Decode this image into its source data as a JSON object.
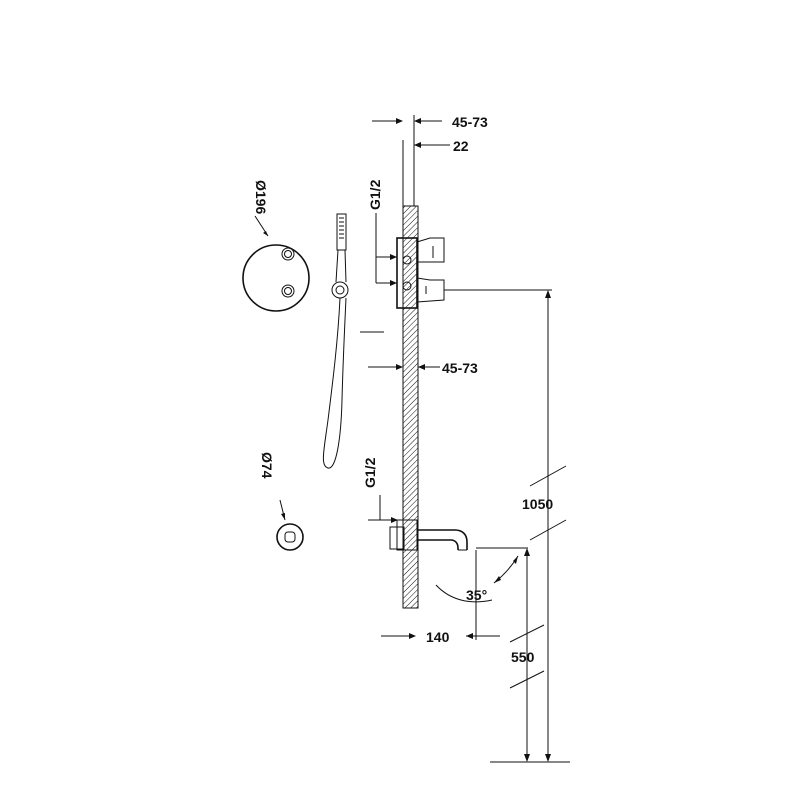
{
  "labels": {
    "dim_45_73_top": "45-73",
    "dim_22": "22",
    "dim_g12_top": "G1/2",
    "dim_dia196": "Ø196",
    "dim_45_73_mid": "45-73",
    "dim_g12_bottom": "G1/2",
    "dim_dia74": "Ø74",
    "dim_1050": "1050",
    "dim_35": "35°",
    "dim_140": "140",
    "dim_550": "550"
  },
  "colors": {
    "line": "#111111",
    "background": "#ffffff"
  }
}
